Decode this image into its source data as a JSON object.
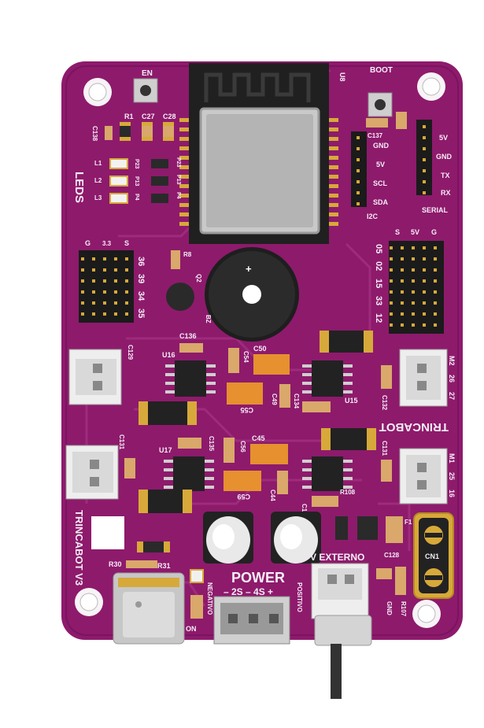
{
  "colors": {
    "pcb": "#8e1a6c",
    "pcb_dark": "#6a1050",
    "trace": "#9c2a7a",
    "silkscreen": "#f4eef6",
    "gold": "#d7a93a",
    "header_black": "#1b1b1b",
    "connector_white": "#eeeeee",
    "chip_black": "#222222",
    "capacitor_tan": "#d9a86a",
    "capacitor_orange": "#e6902f",
    "metal": "#b8b8b8"
  },
  "labels": {
    "en": "EN",
    "boot": "BOOT",
    "u8": "U8",
    "r1": "R1",
    "c27": "C27",
    "c28": "C28",
    "c138": "C138",
    "c137": "C137",
    "leds": "LEDS",
    "l1": "L1",
    "l2": "L2",
    "l3": "L3",
    "p23": "P23",
    "p13": "P13",
    "p4": "P4",
    "gnd": "GND",
    "v5": "5V",
    "scl": "SCL",
    "sda": "SDA",
    "i2c": "I2C",
    "tx": "TX",
    "rx": "RX",
    "serial": "SERIAL",
    "g": "G",
    "s": "S",
    "v33": "3.3",
    "pins_left": [
      "36",
      "39",
      "34",
      "35"
    ],
    "pins_right_row1": [
      "05",
      "02",
      "15",
      "33",
      "12"
    ],
    "r8": "R8",
    "q2": "Q2",
    "c136": "C136",
    "c129": "C129",
    "u16": "U16",
    "c50": "C50",
    "c54": "C54",
    "c55": "C55",
    "c49": "C49",
    "c134": "C134",
    "u15": "U15",
    "c132": "C132",
    "m2": "M2",
    "m2_pins": [
      "26",
      "27"
    ],
    "trincabot": "TRINCABOT",
    "c131": "C131",
    "m1": "M1",
    "m1_pins": [
      "25",
      "16"
    ],
    "u17": "U17",
    "c135": "C135",
    "c56": "C56",
    "c45": "C45",
    "c59": "C59",
    "c44": "C44",
    "c133": "C133",
    "r108": "R108",
    "trincabot_v3": "TRINCABOT V3",
    "power": "POWER",
    "power_sub": "– 2S – 4S +",
    "negativo": "NEGATIVO",
    "positivo": "POSITIVO",
    "v_externo": "V EXTERNO",
    "r30": "R30",
    "r31": "R31",
    "on": "ON",
    "c128": "C128",
    "cn1": "CN1",
    "r107": "R107",
    "gnd_bottom": "GND",
    "f1": "F1"
  }
}
